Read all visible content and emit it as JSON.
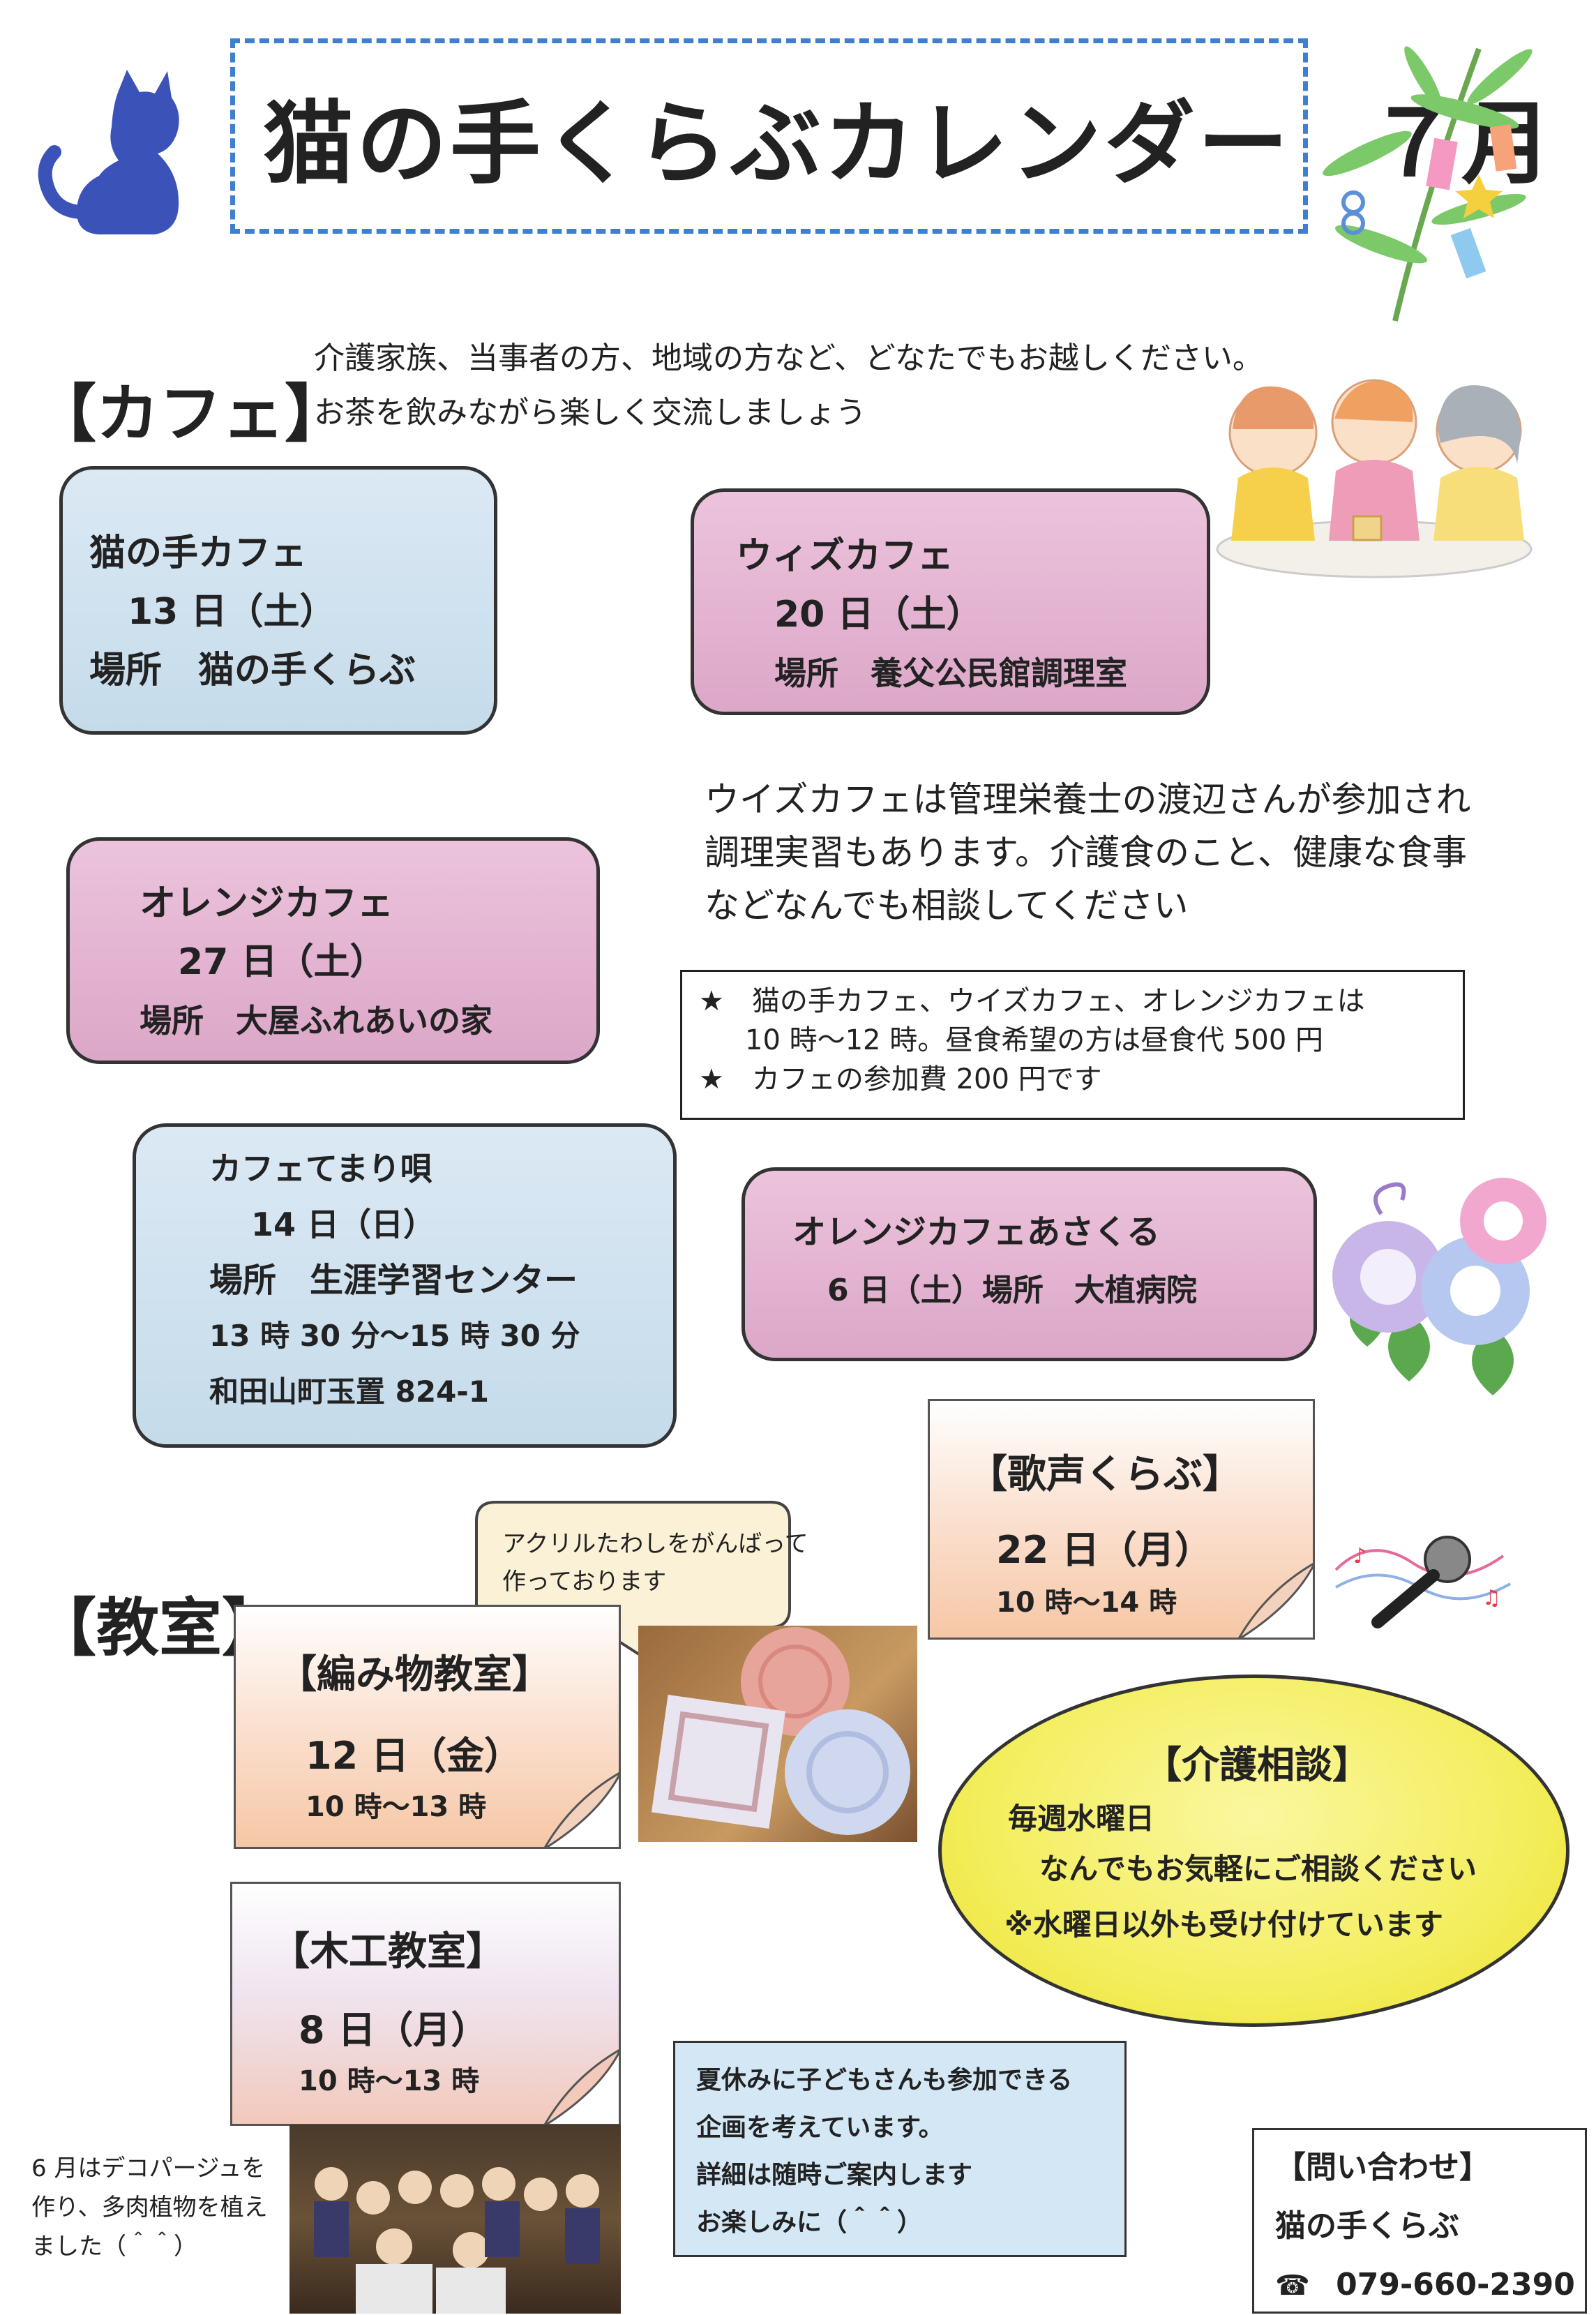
{
  "header": {
    "title": "猫の手くらぶカレンダー",
    "month": "７月"
  },
  "cafe": {
    "heading": "【カフェ】",
    "intro": [
      "介護家族、当事者の方、地域の方など、どなたでもお越しください。",
      "お茶を飲みながら楽しく交流しましょう"
    ],
    "events": [
      {
        "name": "猫の手カフェ",
        "date": "13 日（土）",
        "place": "場所　猫の手くらぶ"
      },
      {
        "name": "ウィズカフェ",
        "date": "20 日（土）",
        "place": "場所　養父公民館調理室"
      },
      {
        "name": "オレンジカフェ",
        "date": "27 日（土）",
        "place": "場所　大屋ふれあいの家"
      },
      {
        "name": "カフェてまり唄",
        "date": "14 日（日）",
        "place": "場所　生涯学習センター",
        "time": "13 時 30 分～15 時 30 分",
        "address": "和田山町玉置 824-1"
      },
      {
        "name": "オレンジカフェあさくる",
        "date_place": "6 日（土）場所　大植病院"
      }
    ],
    "wiz_note": [
      "ウイズカフェは管理栄養士の渡辺さんが参加され",
      "調理実習もあります。介護食のこと、健康な食事",
      "などなんでも相談してください"
    ],
    "info": [
      "★　猫の手カフェ、ウイズカフェ、オレンジカフェは",
      "10 時～12 時。昼食希望の方は昼食代 500 円",
      "★　カフェの参加費 200 円です"
    ]
  },
  "classroom": {
    "heading": "【教室】",
    "knitting": {
      "title": "【編み物教室】",
      "date": "12 日（金）",
      "time": "10 時～13 時"
    },
    "woodwork": {
      "title": "【木工教室】",
      "date": "8 日（月）",
      "time": "10 時～13 時"
    },
    "bubble": [
      "アクリルたわしをがんばって",
      "作っております"
    ],
    "june_note": [
      "6 月はデコパージュを",
      "作り、多肉植物を植え",
      "ました（＾＾）"
    ]
  },
  "singing": {
    "title": "【歌声くらぶ】",
    "date": "22 日（月）",
    "time": "10 時～14 時"
  },
  "consult": {
    "title": "【介護相談】",
    "line1": "毎週水曜日",
    "line2": "なんでもお気軽にご相談ください",
    "line3": "※水曜日以外も受け付けています"
  },
  "summer": [
    "夏休みに子どもさんも参加できる",
    "企画を考えています。",
    "詳細は随時ご案内します",
    "お楽しみに（＾＾）"
  ],
  "contact": {
    "title": "【問い合わせ】",
    "org": "猫の手くらぶ",
    "phone": "079-660-2390"
  },
  "colors": {
    "title_border": "#3f7fd0",
    "blue_box": "#cfe1ee",
    "pink_box": "#e2b2d0",
    "consult_yellow": "#f1e94a",
    "summer_box": "#d3e7f5"
  },
  "icons": [
    "cat-icon",
    "tanabata-bamboo-icon",
    "morning-glory-icon",
    "microphone-icon",
    "phone-icon"
  ]
}
